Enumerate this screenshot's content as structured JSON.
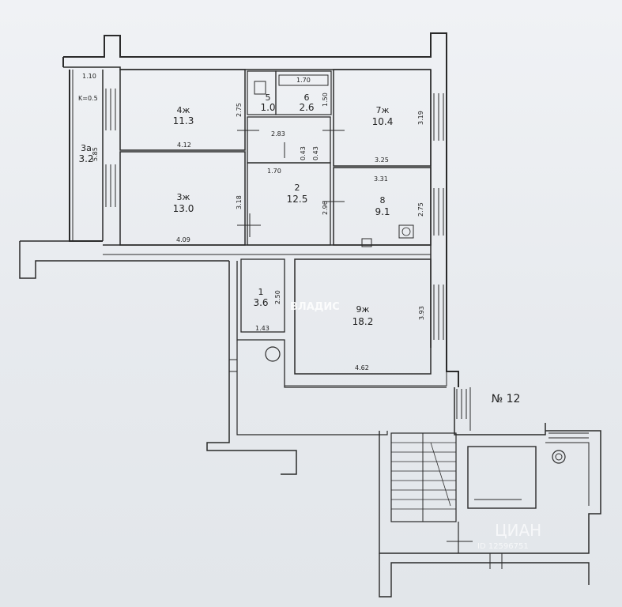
{
  "plan": {
    "unit_number": "№ 12",
    "rooms": [
      {
        "id": "4zh",
        "name": "4ж",
        "area": "11.3"
      },
      {
        "id": "3zh",
        "name": "3ж",
        "area": "13.0"
      },
      {
        "id": "3a",
        "name": "3а",
        "area": "3.2"
      },
      {
        "id": "5",
        "name": "5",
        "area": "1.0"
      },
      {
        "id": "6",
        "name": "6",
        "area": "2.6"
      },
      {
        "id": "7zh",
        "name": "7ж",
        "area": "10.4"
      },
      {
        "id": "2",
        "name": "2",
        "area": "12.5"
      },
      {
        "id": "8",
        "name": "8",
        "area": "9.1"
      },
      {
        "id": "1",
        "name": "1",
        "area": "3.6"
      },
      {
        "id": "9zh",
        "name": "9ж",
        "area": "18.2"
      }
    ],
    "dimensions": {
      "d110": "1.10",
      "k05": "K=0.5",
      "d585": "5.85",
      "d275a": "2.75",
      "d412": "4.12",
      "d318": "3.18",
      "d409": "4.09",
      "d170a": "1.70",
      "d150": "1.50",
      "d283": "2.83",
      "d043a": "0.43",
      "d043b": "0.43",
      "d170b": "1.70",
      "d296": "2.96",
      "d319": "3.19",
      "d325": "3.25",
      "d331": "3.31",
      "d275b": "2.75",
      "d250": "2.50",
      "d143": "1.43",
      "d393": "3.93",
      "d462": "4.62"
    }
  },
  "watermarks": {
    "vladis": "ВЛАДИС",
    "cian": "ЦИАН",
    "cian_id": "ID 12596751"
  }
}
